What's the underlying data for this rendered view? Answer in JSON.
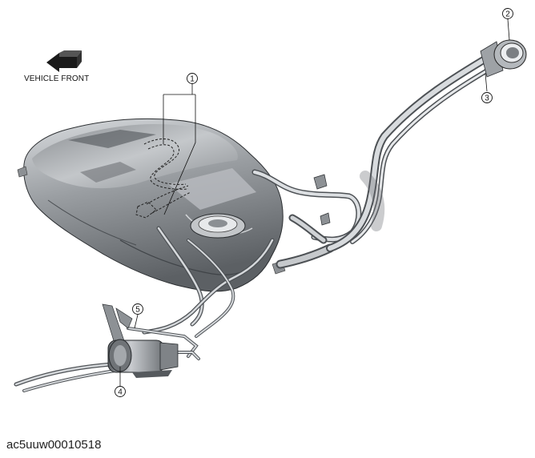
{
  "direction_label": "VEHICLE FRONT",
  "document_id": "ac5uuw00010518",
  "callouts": [
    "1",
    "2",
    "3",
    "4",
    "5"
  ],
  "colors": {
    "background": "#ffffff",
    "metal_dark": "#6e7276",
    "metal_mid": "#a9adb1",
    "metal_light": "#e3e5e7",
    "line": "#1a1a1a"
  }
}
